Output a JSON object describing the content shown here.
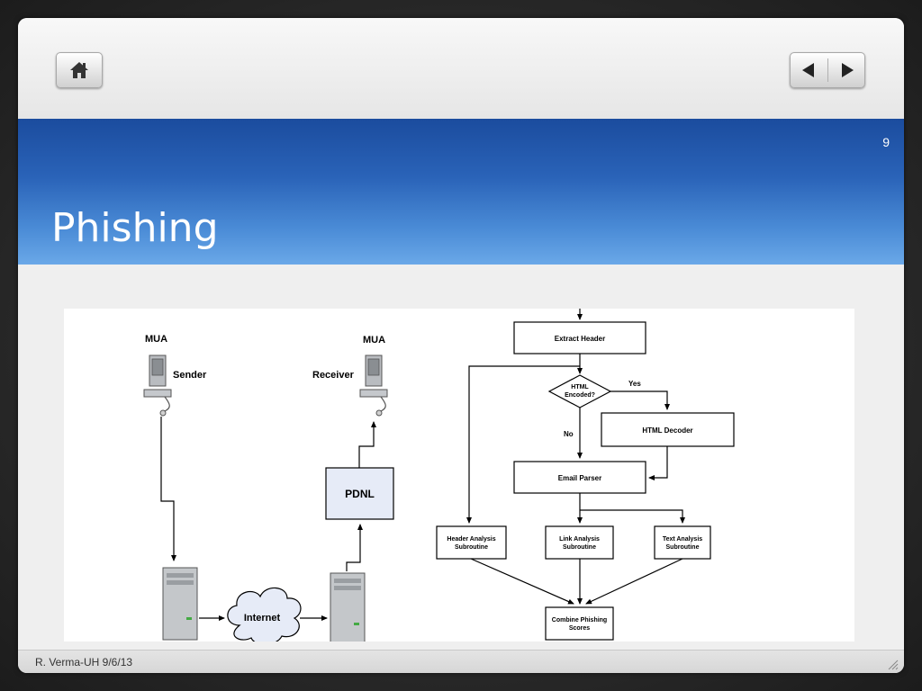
{
  "slide": {
    "number": "9",
    "title": "Phishing",
    "footer": "R. Verma-UH 9/6/13"
  },
  "navigation": {
    "home_icon": "home-icon",
    "prev_icon": "triangle-left-icon",
    "next_icon": "triangle-right-icon"
  },
  "diagram": {
    "left": {
      "mua_sender": "MUA",
      "sender": "Sender",
      "mua_receiver": "MUA",
      "receiver": "Receiver",
      "pdnl": "PDNL",
      "internet": "Internet"
    },
    "right": {
      "extract_header": "Extract Header",
      "html_encoded_line1": "HTML",
      "html_encoded_line2": "Encoded?",
      "yes": "Yes",
      "no": "No",
      "html_decoder": "HTML Decoder",
      "email_parser": "Email Parser",
      "header_analysis_line1": "Header Analysis",
      "header_analysis_line2": "Subroutine",
      "link_analysis_line1": "Link Analysis",
      "link_analysis_line2": "Subroutine",
      "text_analysis_line1": "Text Analysis",
      "text_analysis_line2": "Subroutine",
      "combine_line1": "Combine Phishing",
      "combine_line2": "Scores"
    }
  },
  "colors": {
    "banner_dark": "#1b4c9e",
    "banner_light": "#6aa8e8",
    "pdnl_fill": "#e6ebf7"
  }
}
